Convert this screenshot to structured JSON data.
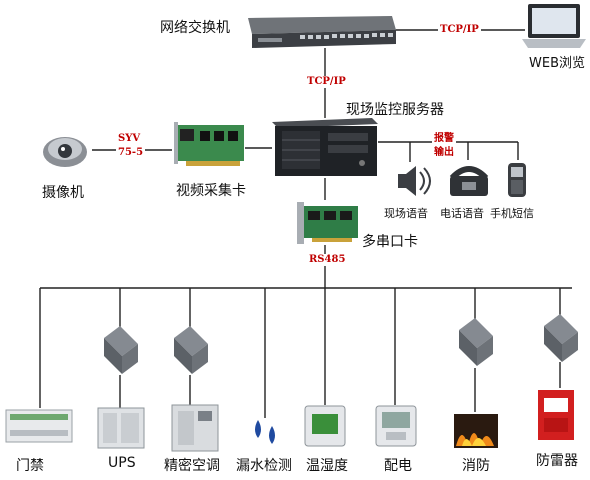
{
  "nodes": {
    "switch": "网络交换机",
    "web": "WEB浏览",
    "server": "现场监控服务器",
    "camera": "摄像机",
    "capture_card": "视频采集卡",
    "serial_card": "多串口卡",
    "alarm_sound": "现场语音",
    "alarm_phone": "电话语音",
    "alarm_sms": "手机短信"
  },
  "links": {
    "switch_web": "TCP/IP",
    "switch_server": "TCP/IP",
    "camera_card_line1": "SYV",
    "camera_card_line2": "75-5",
    "alarm_line1": "报警",
    "alarm_line2": "输出",
    "bus": "RS485"
  },
  "devices": [
    {
      "label": "门禁"
    },
    {
      "label": "UPS"
    },
    {
      "label": "精密空调"
    },
    {
      "label": "漏水检测"
    },
    {
      "label": "温湿度"
    },
    {
      "label": "配电"
    },
    {
      "label": "消防"
    },
    {
      "label": "防雷器"
    }
  ]
}
